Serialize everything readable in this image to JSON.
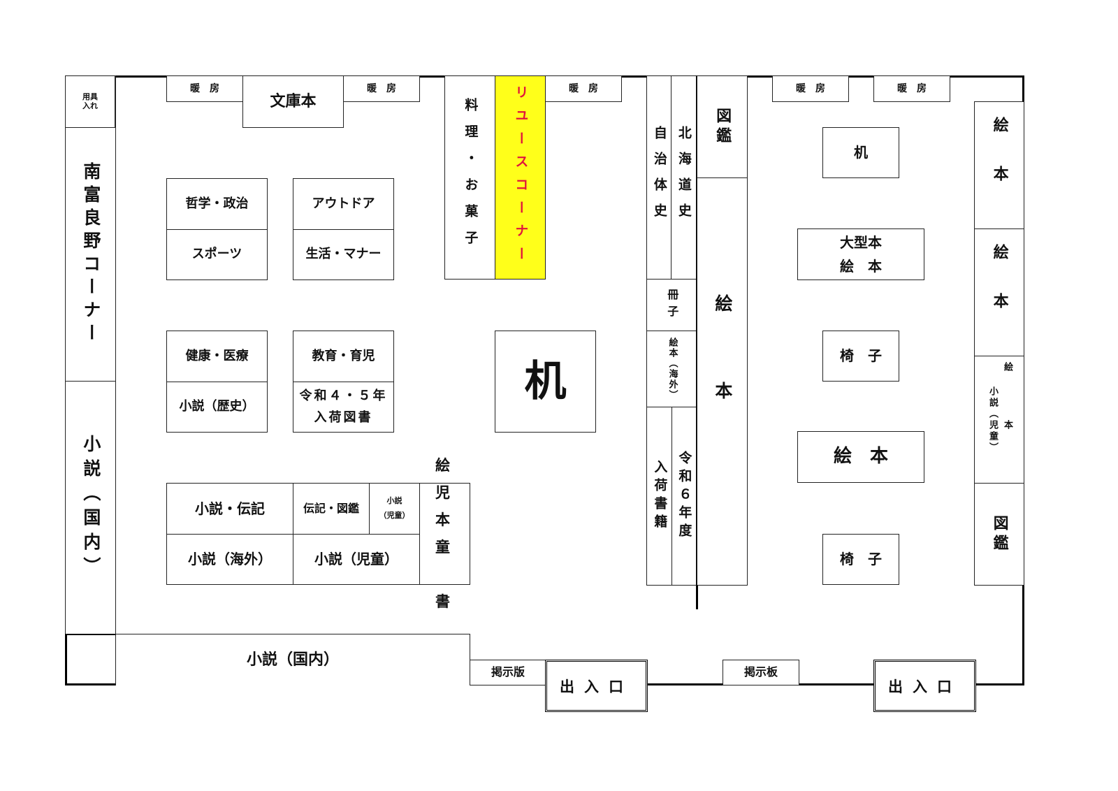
{
  "tools": "用具\n入れ",
  "heater": "暖　房",
  "bunko": "文庫本",
  "minami": "南富良野コーナー",
  "shosetsu_kokunai_v": "小説（国内）",
  "tetsugaku": "哲学・政治",
  "sports": "スポーツ",
  "outdoor": "アウトドア",
  "seikatsu": "生活・マナー",
  "kenko": "健康・医療",
  "shosetsu_rekishi": "小説（歴史）",
  "kyoiku": "教育・育児",
  "reiwa45": "令和４・５年\n入荷図書",
  "ryori": "料理・お菓子",
  "reuse": "リユースコーナー",
  "desk_big": "机",
  "shosetsu_denki": "小説・伝記",
  "denki_zukan": "伝記・図鑑",
  "shosetsu_jido_small": "小説\n（児童）",
  "ehon_jidosho": "絵児\n本童\n　書",
  "shosetsu_kaigai": "小説（海外）",
  "shosetsu_jido": "小説（児童）",
  "shosetsu_kokunai_h": "小説（国内）",
  "keijiban1": "掲示版",
  "keijiban2": "掲示板",
  "entrance": "出入口",
  "hokkaido": "北海道史",
  "jichitai": "自治体史",
  "sasshi": "冊子",
  "ehon_kaigai": "絵本（海外）",
  "reiwa6": "令和６年度",
  "nyuka": "入荷書籍",
  "zukan": "図鑑",
  "ehon": "絵本",
  "ehon_spaced": "絵　本",
  "desk": "机",
  "ogata": "大型本\n絵　本",
  "isu": "椅　子",
  "ehon_shosetsu_jido": "小説（児童）",
  "ehon_small": "絵本",
  "accent_reuse_bg": "#ffff1a",
  "accent_reuse_text": "#e0143c"
}
